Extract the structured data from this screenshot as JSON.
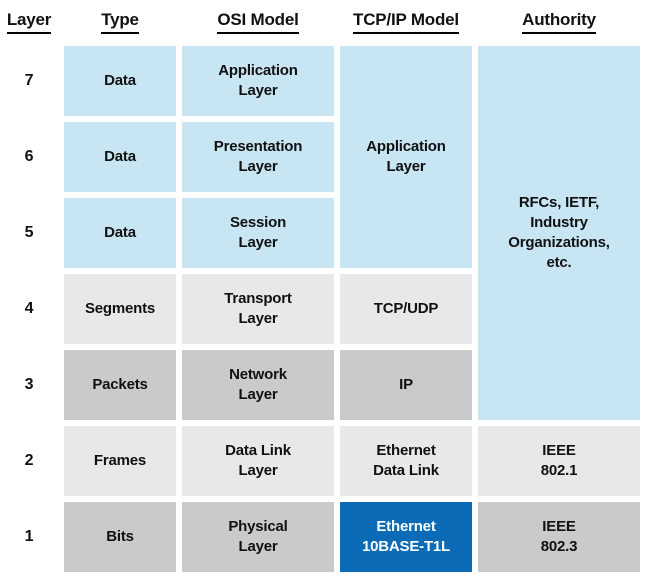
{
  "colors": {
    "row_blue": "#c7e5f3",
    "row_light": "#e8e8ea",
    "row_dark": "#c9cacc",
    "accent_blue": "#0b6bb7",
    "accent_text": "#ffffff",
    "text": "#111111",
    "bg": "#ffffff"
  },
  "table": {
    "headers": [
      "Layer",
      "Type",
      "OSI Model",
      "TCP/IP Model",
      "Authority"
    ],
    "rows": [
      {
        "layer": "7",
        "type": "Data",
        "osi": "Application\nLayer"
      },
      {
        "layer": "6",
        "type": "Data",
        "osi": "Presentation\nLayer"
      },
      {
        "layer": "5",
        "type": "Data",
        "osi": "Session\nLayer"
      },
      {
        "layer": "4",
        "type": "Segments",
        "osi": "Transport\nLayer"
      },
      {
        "layer": "3",
        "type": "Packets",
        "osi": "Network\nLayer"
      },
      {
        "layer": "2",
        "type": "Frames",
        "osi": "Data Link\nLayer"
      },
      {
        "layer": "1",
        "type": "Bits",
        "osi": "Physical\nLayer"
      }
    ],
    "tcpip_column": [
      {
        "label": "Application\nLayer",
        "rows_spanned": 3,
        "highlighted": false
      },
      {
        "label": "TCP/UDP",
        "rows_spanned": 1,
        "highlighted": false
      },
      {
        "label": "IP",
        "rows_spanned": 1,
        "highlighted": false
      },
      {
        "label": "Ethernet\nData Link",
        "rows_spanned": 1,
        "highlighted": false
      },
      {
        "label": "Ethernet\n10BASE-T1L",
        "rows_spanned": 1,
        "highlighted": true
      }
    ],
    "authority_column": [
      {
        "label": "RFCs, IETF,\nIndustry\nOrganizations,\netc.",
        "rows_spanned": 5
      },
      {
        "label": "IEEE\n802.1",
        "rows_spanned": 1
      },
      {
        "label": "IEEE\n802.3",
        "rows_spanned": 1
      }
    ]
  }
}
